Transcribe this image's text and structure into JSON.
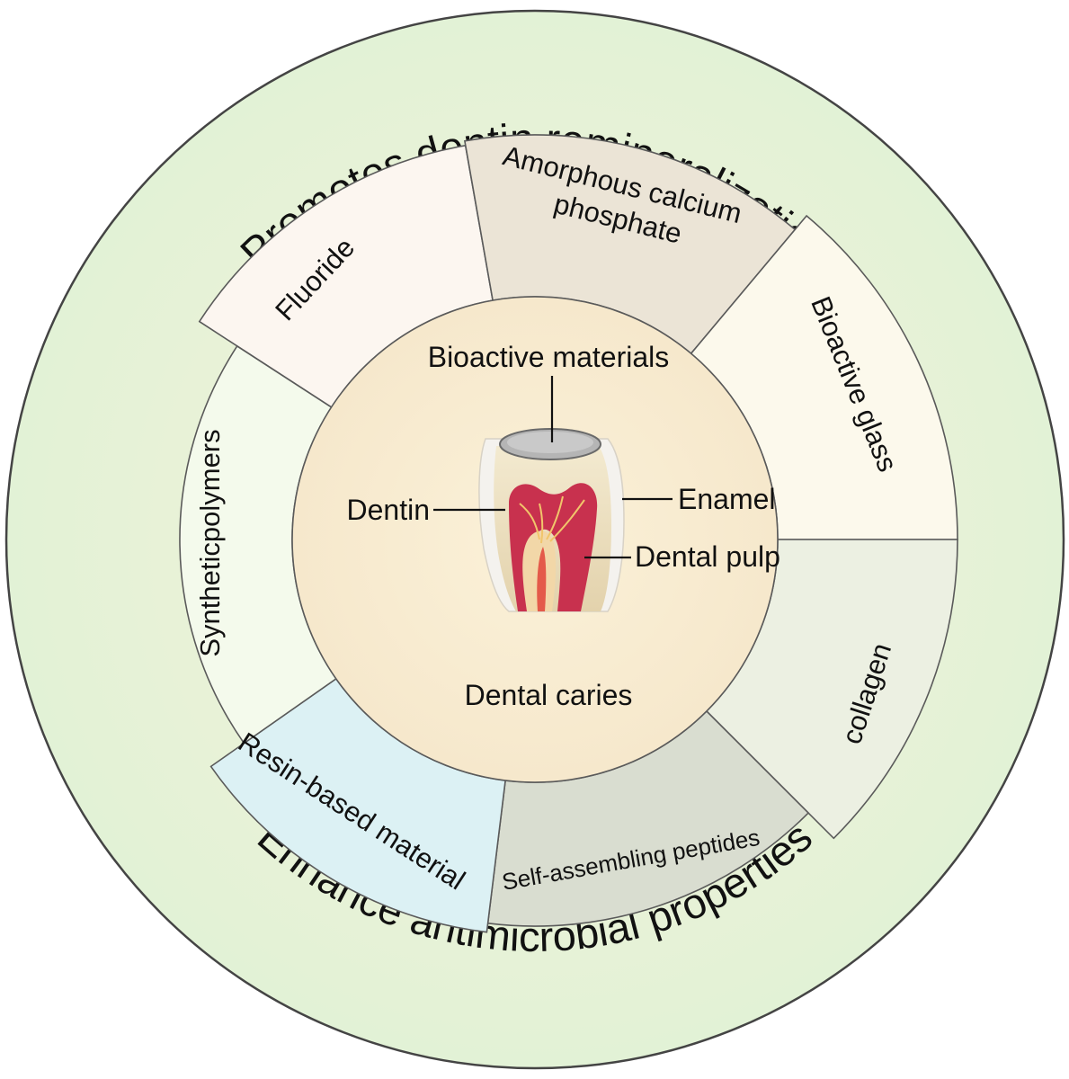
{
  "outer_ring": {
    "top_text": "Promotes dentin remineralization",
    "bottom_text": "Enhance antimicrobial properties"
  },
  "segments": [
    {
      "label": "Fluoride",
      "fill": "#fcf6f0"
    },
    {
      "label_lines": [
        "Amorphous calcium",
        "phosphate"
      ],
      "fill": "#ebe4d6"
    },
    {
      "label": "Bioactive glass",
      "fill": "#fcf9ec"
    },
    {
      "label": "collagen",
      "fill": "#ecf0e2"
    },
    {
      "label": "Self-assembling peptides",
      "fill": "#d9ddd0"
    },
    {
      "label": "Resin-based material",
      "fill": "#dcf1f4"
    },
    {
      "label": "Syntheticpolymers",
      "fill": "#f4faec"
    }
  ],
  "core": {
    "title": "Dental caries",
    "labels": {
      "bioactive_materials": "Bioactive materials",
      "dentin": "Dentin",
      "enamel": "Enamel",
      "dental_pulp": "Dental pulp"
    }
  },
  "colors": {
    "outer_ring": "#eaf5db",
    "core": "#f9eed4",
    "pulp": "#c8314e"
  }
}
